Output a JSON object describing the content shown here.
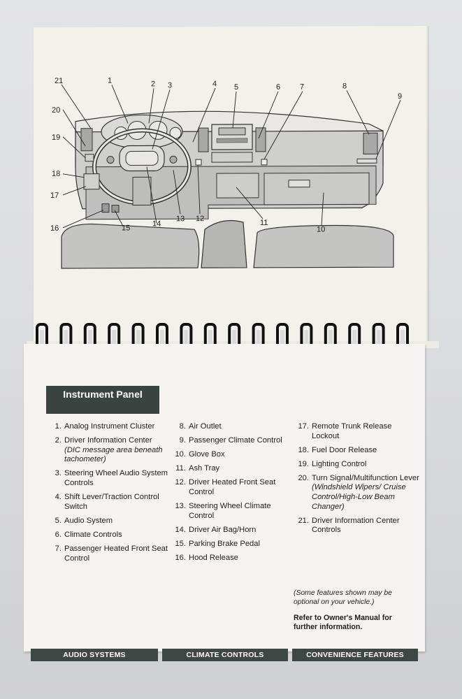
{
  "diagram": {
    "callouts": [
      "21",
      "1",
      "2",
      "3",
      "4",
      "5",
      "6",
      "7",
      "8",
      "9",
      "20",
      "19",
      "18",
      "17",
      "16",
      "15",
      "14",
      "13",
      "12",
      "11",
      "10"
    ]
  },
  "section_title": "Instrument Panel",
  "column1": [
    {
      "num": "1.",
      "text": "Analog Instrument Cluster",
      "note": ""
    },
    {
      "num": "2.",
      "text": "Driver Information Center",
      "note": "(DIC message area beneath tachometer)"
    },
    {
      "num": "3.",
      "text": "Steering Wheel Audio System Controls",
      "note": ""
    },
    {
      "num": "4.",
      "text": "Shift Lever/Traction Control Switch",
      "note": ""
    },
    {
      "num": "5.",
      "text": "Audio System",
      "note": ""
    },
    {
      "num": "6.",
      "text": "Climate Controls",
      "note": ""
    },
    {
      "num": "7.",
      "text": "Passenger Heated Front Seat Control",
      "note": ""
    }
  ],
  "column2": [
    {
      "num": "8.",
      "text": "Air Outlet",
      "note": ""
    },
    {
      "num": "9.",
      "text": "Passenger Climate Control",
      "note": ""
    },
    {
      "num": "10.",
      "text": "Glove Box",
      "note": ""
    },
    {
      "num": "11.",
      "text": "Ash Tray",
      "note": ""
    },
    {
      "num": "12.",
      "text": "Driver Heated Front Seat Control",
      "note": ""
    },
    {
      "num": "13.",
      "text": "Steering Wheel Climate Control",
      "note": ""
    },
    {
      "num": "14.",
      "text": "Driver Air Bag/Horn",
      "note": ""
    },
    {
      "num": "15.",
      "text": "Parking Brake Pedal",
      "note": ""
    },
    {
      "num": "16.",
      "text": "Hood Release",
      "note": ""
    }
  ],
  "column3": [
    {
      "num": "17.",
      "text": "Remote Trunk Release Lockout",
      "note": ""
    },
    {
      "num": "18.",
      "text": "Fuel Door Release",
      "note": ""
    },
    {
      "num": "19.",
      "text": "Lighting Control",
      "note": ""
    },
    {
      "num": "20.",
      "text": "Turn Signal/Multifunction Lever",
      "note": "(Windshield Wipers/ Cruise Control/High-Low Beam Changer)"
    },
    {
      "num": "21.",
      "text": "Driver Information Center Controls",
      "note": ""
    }
  ],
  "footnote": "(Some features shown may be optional on your vehicle.)",
  "refer": "Refer to Owner's Manual for further information.",
  "tabs": [
    "AUDIO SYSTEMS",
    "CLIMATE CONTROLS",
    "CONVENIENCE FEATURES"
  ]
}
